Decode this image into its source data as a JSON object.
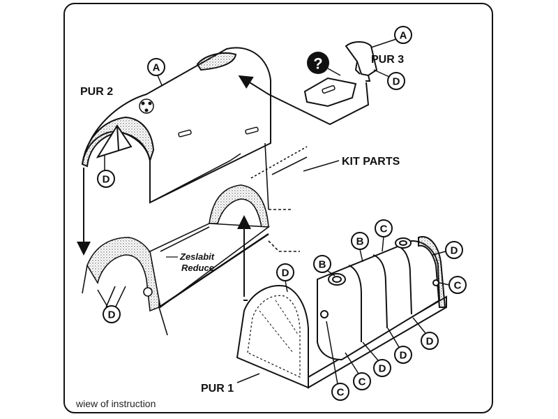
{
  "labels": {
    "pur1": "PUR 1",
    "pur2": "PUR 2",
    "pur3": "PUR 3",
    "kit_parts": "KIT PARTS",
    "zeslabit": "Zeslabit",
    "reduce": "Reduce",
    "question": "?",
    "caption": "wiew of instruction"
  },
  "callouts": {
    "A": "A",
    "B": "B",
    "C": "C",
    "D": "D"
  }
}
